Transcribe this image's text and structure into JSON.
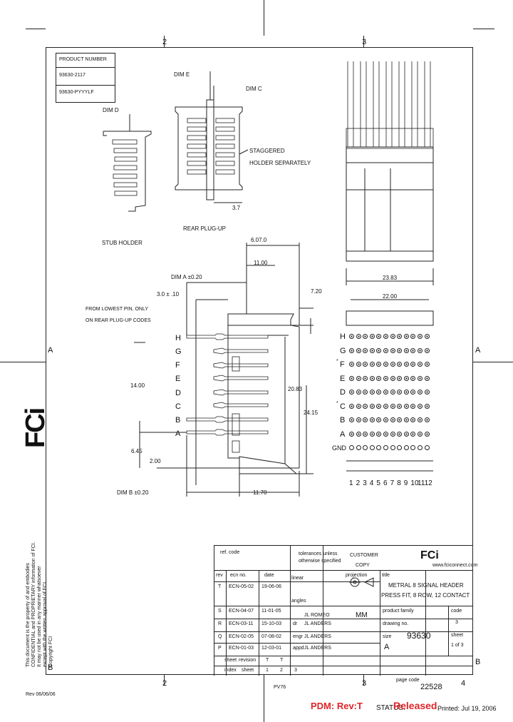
{
  "frame": {
    "top_labels": [
      "2",
      "3"
    ],
    "bottom_labels": [
      "2",
      "3",
      "4"
    ],
    "side_left": [
      "A",
      "B"
    ],
    "side_right": [
      "A",
      "B"
    ]
  },
  "product_box": {
    "header": "PRODUCT NUMBER",
    "row1": "93630-2117",
    "row2": "93630-PYYYLF"
  },
  "left_view": {
    "dim_e": "DIM E",
    "dim_c": "DIM C",
    "dim_d": "DIM D",
    "callout_line1": "STAGGERED",
    "callout_line2": "HOLDER SEPARATELY",
    "dim_small": "3.7",
    "stub_caption": "STUB HOLDER",
    "rear_caption": "REAR PLUG-UP"
  },
  "side_view": {
    "dim_top": "6.07.0",
    "dim_11": "11.00",
    "dim_a": "DIM A ±0.20",
    "dim_30": "3.0 ± .10",
    "dim_720": "7.20",
    "note_line1": "FROM LOWEST PIN, ONLY",
    "note_line2": "ON REAR PLUG-UP CODES",
    "row_letters": [
      "H",
      "G",
      "F",
      "E",
      "D",
      "C",
      "B",
      "A"
    ],
    "dim_1400": "14.00",
    "dim_2083": "20.83",
    "dim_245": "24.15",
    "dim_645": "6.45",
    "dim_200": "2.00",
    "dim_b": "DIM B ±0.20",
    "dim_1170": "11.70"
  },
  "front_view": {
    "dim_2383": "23.83",
    "dim_2200": "22.00",
    "row_labels": [
      "H",
      "G",
      "F",
      "E",
      "D",
      "C",
      "B",
      "A",
      "GND"
    ],
    "row_marks": [
      "",
      "",
      "*",
      "",
      "",
      "*",
      "",
      "",
      ""
    ],
    "col_labels": [
      "1",
      "2",
      "3",
      "4",
      "5",
      "6",
      "7",
      "8",
      "9",
      "10",
      "11",
      "12"
    ]
  },
  "logo": {
    "text": "FCi"
  },
  "confidential": {
    "line1": "This document is the property of and embodies",
    "line2": "CONFIDENTIAL and PROPRIETARY information of FCI.",
    "line3": "It may not be used in any manner whatsoever",
    "line4": "except with the written approval of FCI.",
    "line5": "Copyright FCI"
  },
  "title_block": {
    "ref_code": "ref. code",
    "tolerances_line1": "tolerances unless",
    "tolerances_line2": "otherwise specified",
    "customer": "CUSTOMER",
    "copy": "COPY",
    "linear": "linear",
    "angles": "angles",
    "projection": "projection",
    "title_label": "title",
    "title_line1": "METRAL 8 SIGNAL HEADER",
    "title_line2": "PRESS FIT, 8 ROW, 12 CONTACT",
    "product_family": "product family",
    "drawing_no": "drawing no.",
    "part_number": "93630",
    "size": "size",
    "size_val": "A",
    "code_label": "code",
    "sheet_label": "sheet",
    "sheet_val": "1 of 3",
    "web": "www.fciconnect.com",
    "mm": "MM",
    "rev_label": "rev",
    "ecn_label": "ecn no.",
    "date_label": "date",
    "drawn": "dr",
    "engr": "engr",
    "appd": "appd",
    "sheet_row": "sheet",
    "revision_row": "revision",
    "index_row": "index",
    "sheet2_row": "sheet",
    "revs": [
      "T",
      "S",
      "R",
      "Q",
      "P"
    ],
    "ecns": [
      "ECN-05-02",
      "ECN-04-07",
      "ECN-03-11",
      "ECN-02-05",
      "ECN-01-03"
    ],
    "dates": [
      "19-06-06",
      "11-01-05",
      "15-10-03",
      "07-08-02",
      "12-03-01"
    ],
    "names": [
      "JL ROMEO",
      "JL ANDERS",
      "JL ANDERS",
      "JL ANDERS"
    ],
    "rev_tt": [
      "T",
      "T"
    ],
    "idx_vals": [
      "1",
      "2",
      "3"
    ],
    "page_code": "page code",
    "page_code_val": "22528",
    "pdf_code": "PV76",
    "code_row_val": "3"
  },
  "footer": {
    "pdm": "PDM: Rev:T",
    "status_label": "STATUS:",
    "status_val": "Released",
    "printed": "Printed: Jul 19, 2006",
    "rev_left": "Rev 06/06/06"
  },
  "colors": {
    "line": "#222222",
    "red": "#e0242a"
  }
}
